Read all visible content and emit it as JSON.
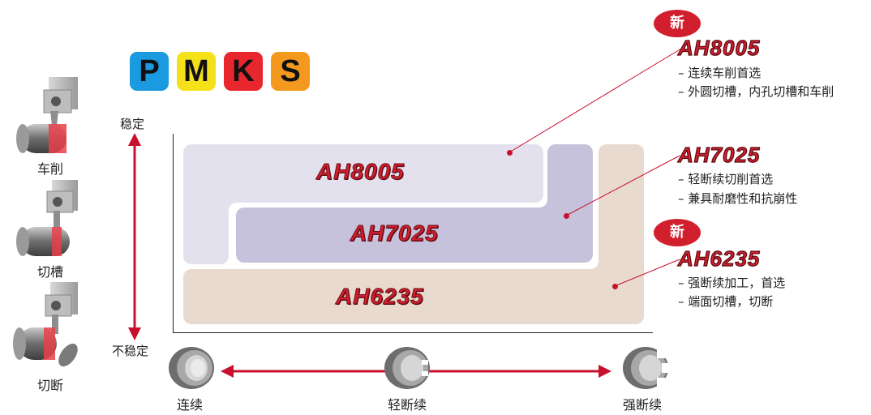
{
  "pmks": [
    {
      "letter": "P",
      "color": "#1a9be0"
    },
    {
      "letter": "M",
      "color": "#f5e11a"
    },
    {
      "letter": "K",
      "color": "#e8262e"
    },
    {
      "letter": "S",
      "color": "#f39a1e"
    }
  ],
  "operations": [
    "车削",
    "切槽",
    "切断"
  ],
  "stability": {
    "top": "稳定",
    "bottom": "不稳定"
  },
  "regions": {
    "ah8005": {
      "label": "AH8005",
      "color": "#e4e1ee"
    },
    "ah7025": {
      "label": "AH7025",
      "color": "#c7c2dc"
    },
    "ah6235": {
      "label": "AH6235",
      "color": "#e8dace"
    }
  },
  "callouts": {
    "ah8005": {
      "badge": "新",
      "title": "AH8005",
      "lines": [
        "– 连续车削首选",
        "– 外圆切槽，内孔切槽和车削"
      ]
    },
    "ah7025": {
      "title": "AH7025",
      "lines": [
        "– 轻断续切削首选",
        "– 兼具耐磨性和抗崩性"
      ]
    },
    "ah6235": {
      "badge": "新",
      "title": "AH6235",
      "lines": [
        "– 强断续加工，首选",
        "– 端面切槽，切断"
      ]
    }
  },
  "cutting": [
    "连续",
    "轻断续",
    "强断续"
  ],
  "colors": {
    "accent": "#d11f2e",
    "line": "#c8102e"
  }
}
